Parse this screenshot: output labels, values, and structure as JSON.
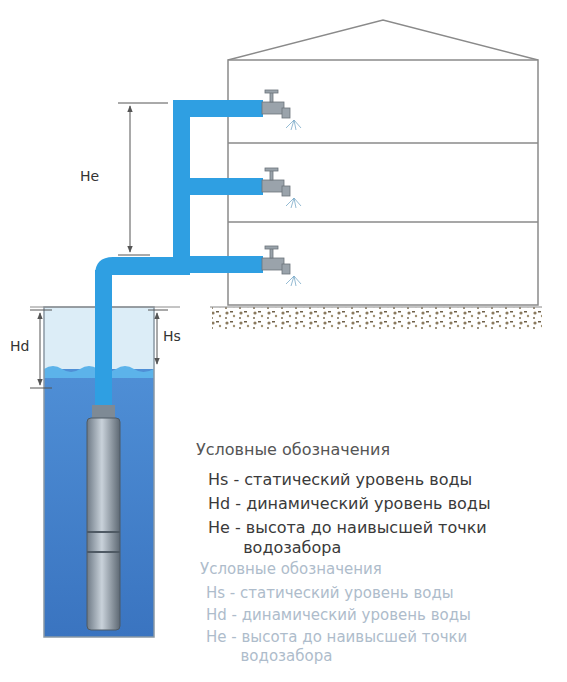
{
  "diagram": {
    "labels": [
      "He",
      "Hd",
      "Hs",
      "Условные обозначения",
      "Условные обозначения",
      "Hs - статический уровень воды",
      "Hd - динамический уровень воды",
      "He - высота до наивысшей точки водозабора"
    ],
    "legend": [
      {
        "text": "Hs - статический уровень воды"
      },
      {
        "text": "Hd - динамический уровень воды"
      },
      {
        "text": "He - высота до наивысшей точки водозабора"
      }
    ]
  }
}
